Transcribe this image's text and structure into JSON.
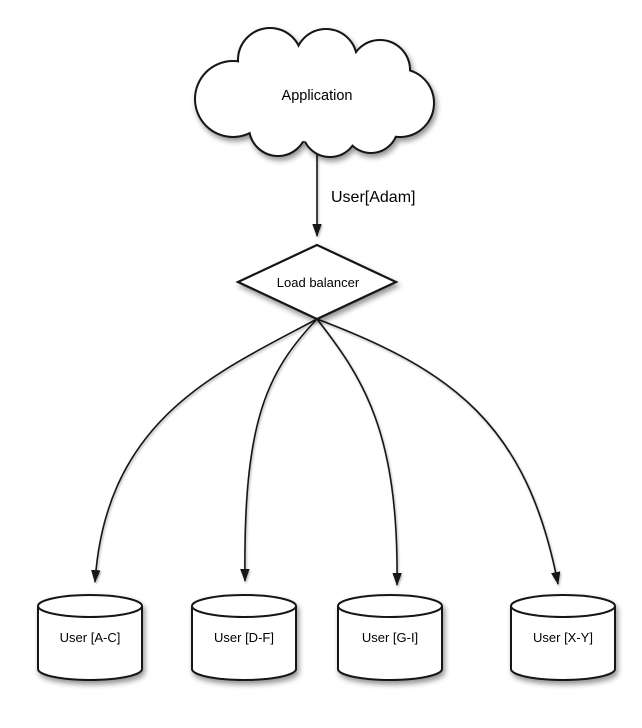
{
  "diagram": {
    "cloud": {
      "label": "Application"
    },
    "flow_label": {
      "text": "User[Adam]"
    },
    "diamond": {
      "label": "Load balancer"
    },
    "databases": [
      {
        "label": "User [A-C]"
      },
      {
        "label": "User [D-F]"
      },
      {
        "label": "User [G-I]"
      },
      {
        "label": "User [X-Y]"
      }
    ],
    "colors": {
      "stroke": "#141414",
      "fill": "#ffffff",
      "text": "#000000",
      "background": "#ffffff"
    }
  }
}
